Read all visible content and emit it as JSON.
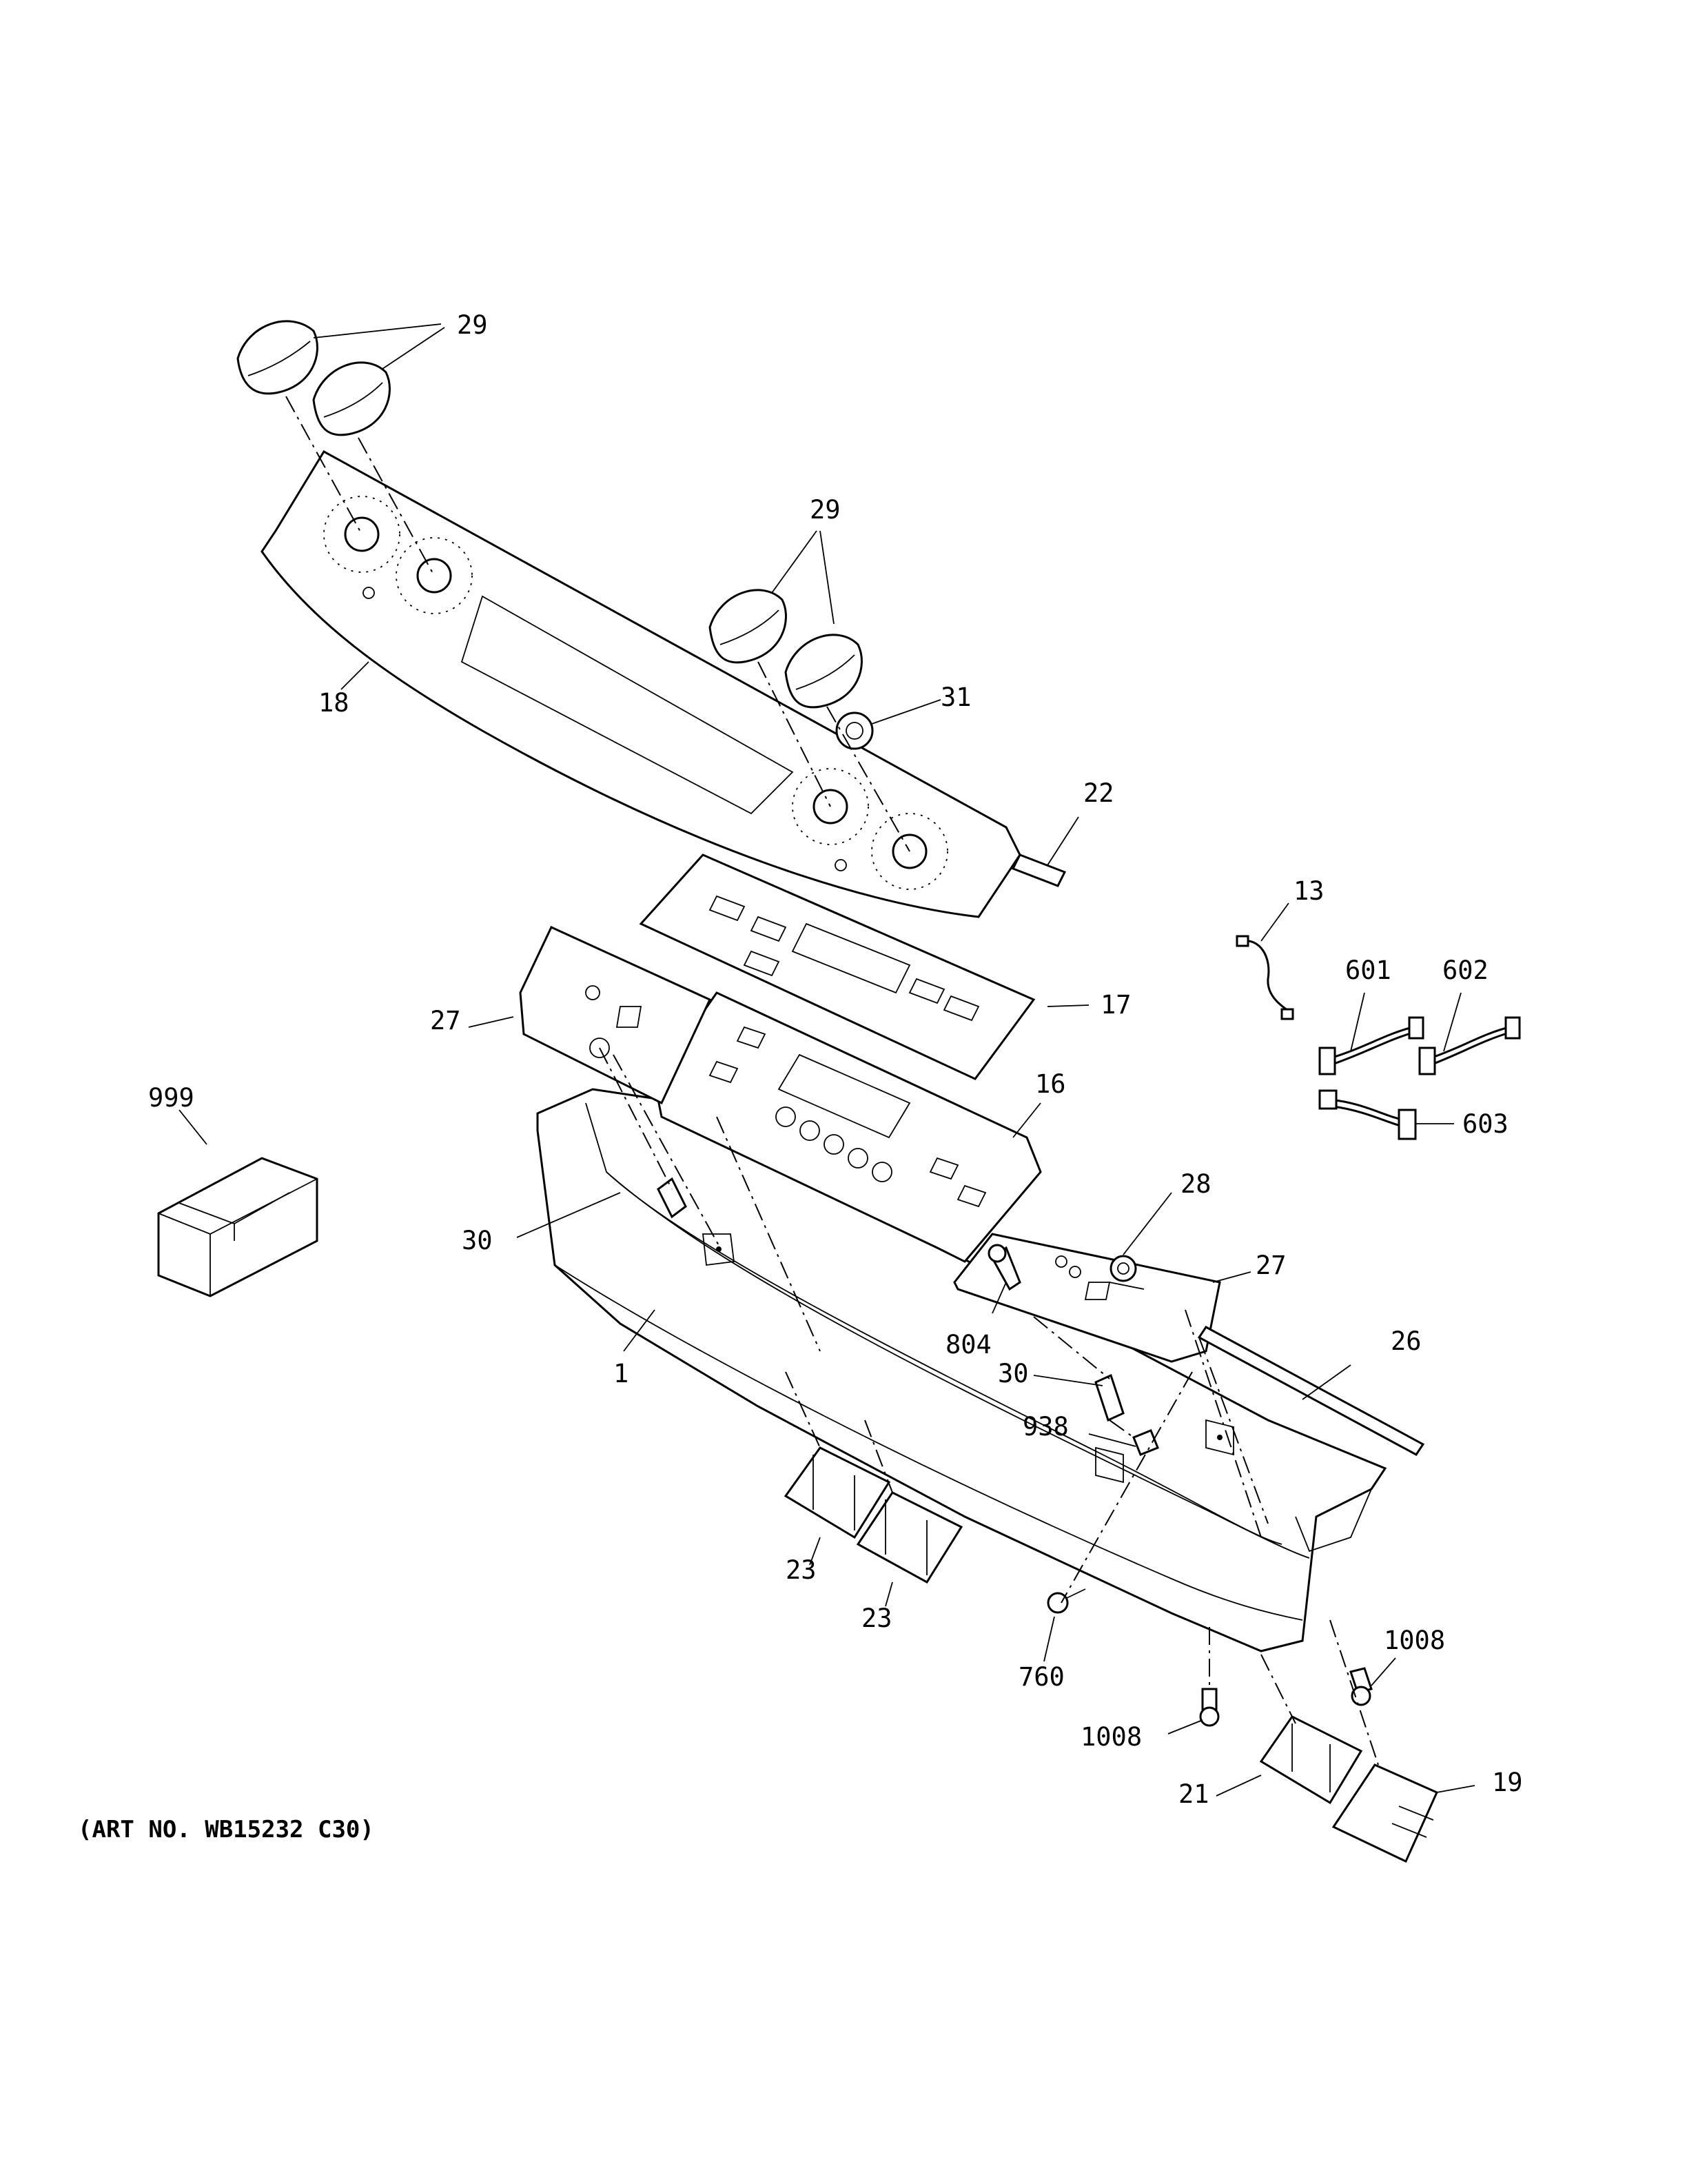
{
  "caption": "(ART NO. WB15232 C30)",
  "callouts": {
    "c29a": "29",
    "c29b": "29",
    "c18": "18",
    "c31": "31",
    "c22": "22",
    "c13": "13",
    "c601": "601",
    "c602": "602",
    "c603": "603",
    "c17": "17",
    "c27a": "27",
    "c27b": "27",
    "c16": "16",
    "c999": "999",
    "c30a": "30",
    "c30b": "30",
    "c28": "28",
    "c804": "804",
    "c1": "1",
    "c26": "26",
    "c938": "938",
    "c23a": "23",
    "c23b": "23",
    "c760": "760",
    "c1008a": "1008",
    "c1008b": "1008",
    "c21": "21",
    "c19": "19"
  }
}
